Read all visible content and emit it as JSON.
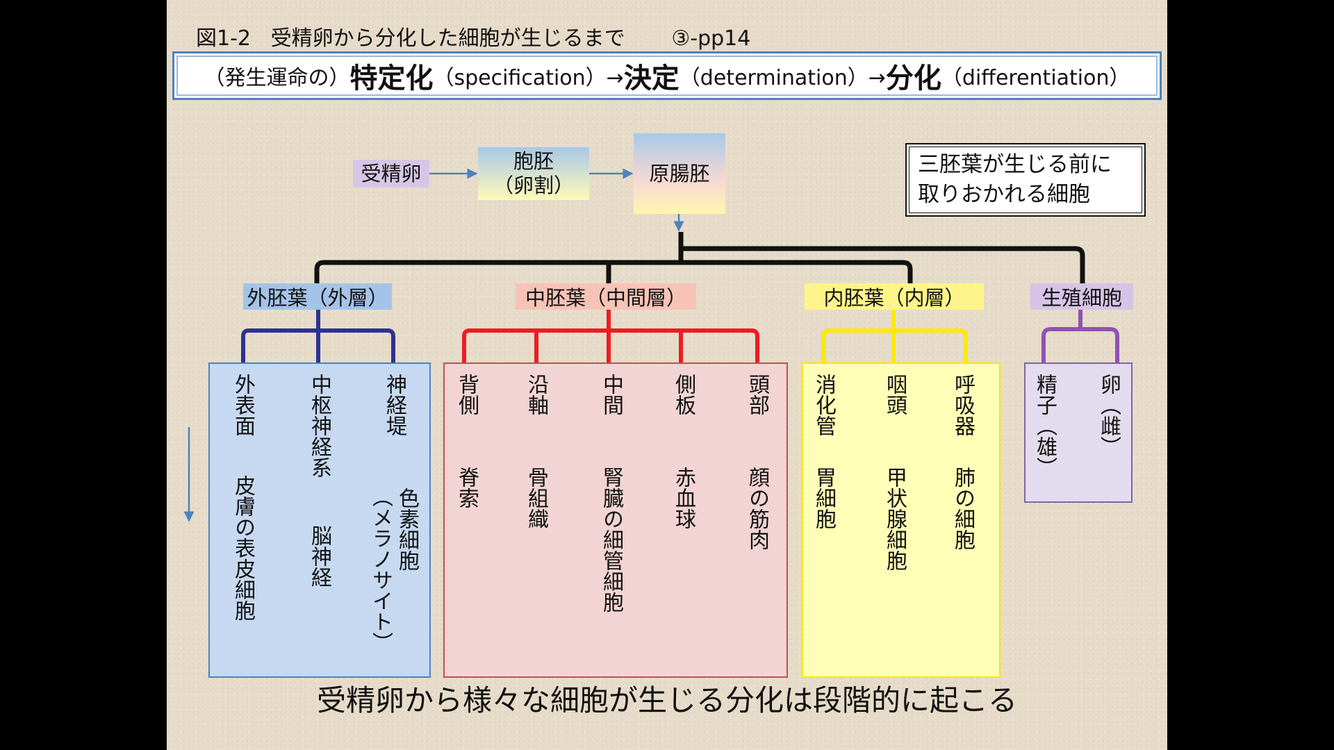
{
  "title": {
    "fig": "図1-2",
    "text": "受精卵から分化した細胞が生じるまで",
    "ref": "③-pp14"
  },
  "banner": {
    "p1": "（発生運命の）",
    "t1": "特定化",
    "p2": "（specification）→",
    "t2": "決定",
    "p3": "（determination）→",
    "t3": "分化",
    "p4": "（differentiation）"
  },
  "flow": {
    "zygote": "受精卵",
    "blastula_line1": "胞胚",
    "blastula_line2": "（卵割）",
    "gastrula": "原腸胚"
  },
  "note": {
    "line1": "三胚葉が生じる前に",
    "line2": "取りおかれる細胞"
  },
  "layers": {
    "ectoderm": "外胚葉（外層）",
    "mesoderm": "中胚葉（中間層）",
    "endoderm": "内胚葉（内層）",
    "germ": "生殖細胞"
  },
  "ecto_cols": [
    {
      "head": "外表面",
      "cell": "皮膚の表皮細胞"
    },
    {
      "head": "中枢神経系",
      "cell": "脳神経"
    },
    {
      "head": "神経堤",
      "cell": "色素細胞",
      "cell2": "（メラノサイト）"
    }
  ],
  "meso_cols": [
    {
      "head": "背側",
      "cell": "脊索"
    },
    {
      "head": "沿軸",
      "cell": "骨組織"
    },
    {
      "head": "中間",
      "cell": "腎臓の細管細胞"
    },
    {
      "head": "側板",
      "cell": "赤血球"
    },
    {
      "head": "頭部",
      "cell": "顔の筋肉"
    }
  ],
  "endo_cols": [
    {
      "head": "消化管",
      "cell": "胃細胞"
    },
    {
      "head": "咽頭",
      "cell": "甲状腺細胞"
    },
    {
      "head": "呼吸器",
      "cell": "肺の細胞"
    }
  ],
  "germ_cols": [
    {
      "cell": "精子（雄）"
    },
    {
      "cell": "卵（雌）"
    }
  ],
  "bottom": "受精卵から様々な細胞が生じる分化は段階的に起こる",
  "colors": {
    "ecto": "#2e3192",
    "meso": "#ed1c24",
    "endo": "#ffe800",
    "germ": "#8e52b0",
    "trunk": "#111111",
    "arrow": "#4f81bd"
  }
}
